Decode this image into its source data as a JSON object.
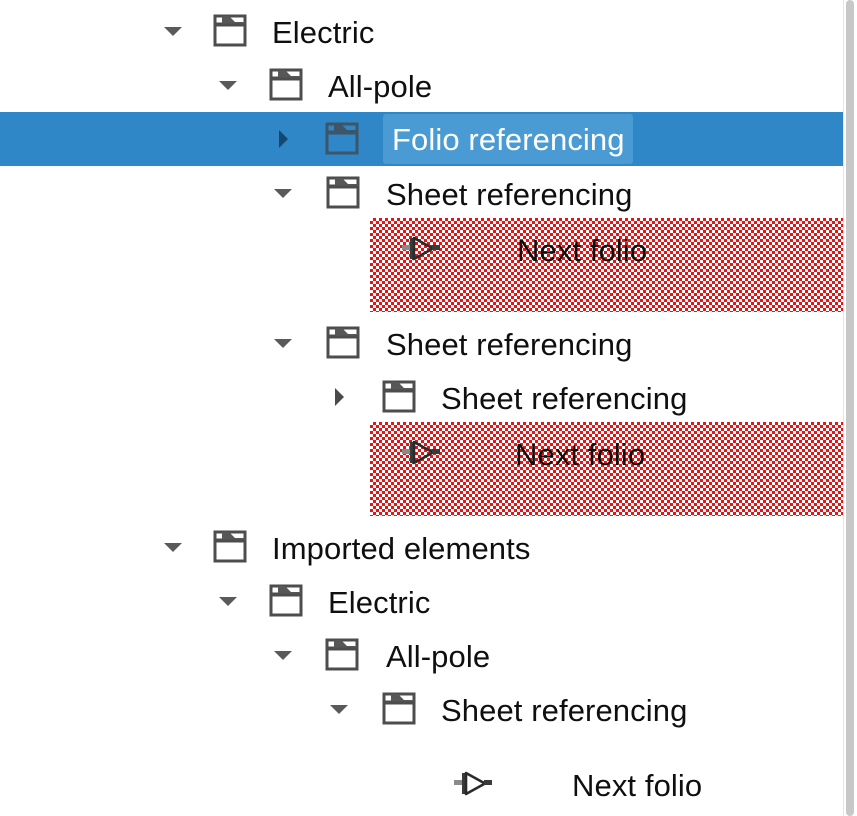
{
  "window": {
    "title": "Tree view",
    "background_color": "#ffffff"
  },
  "colors": {
    "selection_blue": "#2f87c8",
    "selection_editbox_blue": "#4a9bd4",
    "highlight_red": "#ee1111",
    "folder_outline": "#4d4d4d",
    "text": "#0f0f0f",
    "text_selected": "#ffffff",
    "scrollbar_thumb": "#c8c8c8"
  },
  "scrollbar": {
    "name": "vertical-scrollbar",
    "thumb_top": 0,
    "thumb_height": 816
  },
  "tree": {
    "rows": [
      {
        "id": "electric-root",
        "label": "Electric",
        "icon": "folder-icon",
        "twisty": "chevron-down-icon",
        "depth": 0,
        "state": "expanded",
        "highlight": "none",
        "selected": false
      },
      {
        "id": "all-pole",
        "label": "All-pole",
        "icon": "folder-icon",
        "twisty": "chevron-down-icon",
        "depth": 1,
        "state": "expanded",
        "highlight": "none",
        "selected": false
      },
      {
        "id": "folio-referencing",
        "label": "Folio referencing",
        "icon": "folder-icon",
        "twisty": "chevron-right-icon",
        "depth": 2,
        "state": "collapsed",
        "highlight": "selection",
        "selected": true
      },
      {
        "id": "sheet-referencing-1",
        "label": "Sheet referencing",
        "icon": "folder-icon",
        "twisty": "chevron-down-icon",
        "depth": 2,
        "state": "expanded",
        "highlight": "none",
        "selected": false
      },
      {
        "id": "next-folio-1",
        "label": "Next folio",
        "icon": "next-folio-connector-icon",
        "twisty": "none",
        "depth": 3,
        "state": "leaf",
        "highlight": "red-hatch",
        "selected": false
      },
      {
        "id": "sheet-referencing-2",
        "label": "Sheet referencing",
        "icon": "folder-icon",
        "twisty": "chevron-down-icon",
        "depth": 2,
        "state": "expanded",
        "highlight": "none",
        "selected": false
      },
      {
        "id": "sheet-referencing-3",
        "label": "Sheet referencing",
        "icon": "folder-icon",
        "twisty": "chevron-right-icon",
        "depth": 3,
        "state": "collapsed",
        "highlight": "none",
        "selected": false
      },
      {
        "id": "next-folio-2",
        "label": "Next folio",
        "icon": "next-folio-connector-icon",
        "twisty": "none",
        "depth": 3,
        "state": "leaf",
        "highlight": "red-hatch",
        "selected": false
      },
      {
        "id": "imported-elements",
        "label": "Imported elements",
        "icon": "folder-icon",
        "twisty": "chevron-down-icon",
        "depth": 0,
        "state": "expanded",
        "highlight": "none",
        "selected": false
      },
      {
        "id": "imported-electric",
        "label": "Electric",
        "icon": "folder-icon",
        "twisty": "chevron-down-icon",
        "depth": 1,
        "state": "expanded",
        "highlight": "none",
        "selected": false
      },
      {
        "id": "imported-all-pole",
        "label": "All-pole",
        "icon": "folder-icon",
        "twisty": "chevron-down-icon",
        "depth": 2,
        "state": "expanded",
        "highlight": "none",
        "selected": false
      },
      {
        "id": "imported-sheet-referencing",
        "label": "Sheet referencing",
        "icon": "folder-icon",
        "twisty": "chevron-down-icon",
        "depth": 3,
        "state": "expanded",
        "highlight": "none",
        "selected": false
      },
      {
        "id": "imported-next-folio",
        "label": "Next folio",
        "icon": "next-folio-connector-icon",
        "twisty": "none",
        "depth": 4,
        "state": "leaf",
        "highlight": "none",
        "selected": false
      }
    ]
  }
}
